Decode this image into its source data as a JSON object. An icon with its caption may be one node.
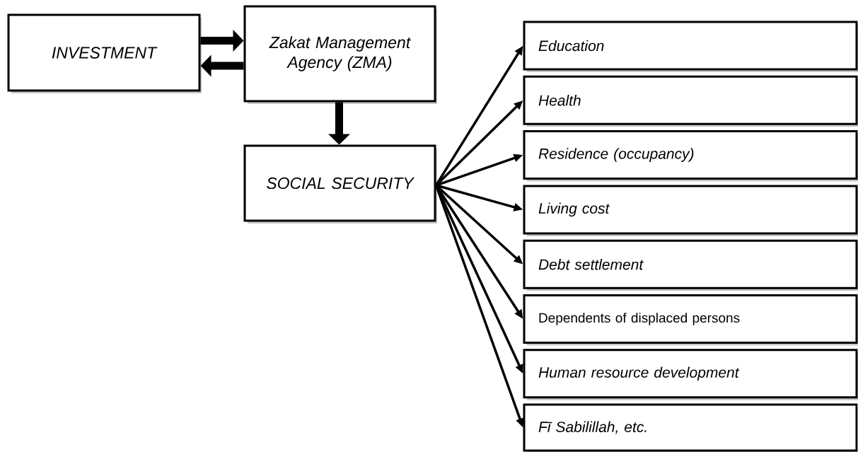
{
  "diagram": {
    "nodes": [
      {
        "text": [
          "INVESTMENT"
        ]
      },
      {
        "text": [
          "Zakat Management Agency (ZMA)"
        ]
      },
      {
        "text": [
          "SOCIAL SECURITY"
        ]
      },
      {
        "text": [
          "Education"
        ]
      },
      {
        "text": [
          "Health"
        ]
      },
      {
        "text": [
          "Residence (occupancy)"
        ]
      },
      {
        "text": [
          "Living cost"
        ]
      },
      {
        "text": [
          "Debt settlement"
        ]
      },
      {
        "text": [
          "Dependents of displaced persons"
        ]
      },
      {
        "text": [
          "Human resource development"
        ]
      },
      {
        "text": [
          "Fī Sabilillah, etc."
        ]
      }
    ],
    "edges": [
      {
        "from": 0,
        "to": 1,
        "arrow": "to",
        "style": "thick"
      },
      {
        "from": 1,
        "to": 0,
        "arrow": "to",
        "style": "thick"
      },
      {
        "from": 1,
        "to": 2,
        "arrow": "to",
        "style": "thick"
      },
      {
        "from": 2,
        "to": 3,
        "arrow": "to"
      },
      {
        "from": 2,
        "to": 4,
        "arrow": "to"
      },
      {
        "from": 2,
        "to": 5,
        "arrow": "to"
      },
      {
        "from": 2,
        "to": 6,
        "arrow": "to"
      },
      {
        "from": 2,
        "to": 7,
        "arrow": "to"
      },
      {
        "from": 2,
        "to": 8,
        "arrow": "to"
      },
      {
        "from": 2,
        "to": 9,
        "arrow": "to"
      },
      {
        "from": 2,
        "to": 10,
        "arrow": "to"
      }
    ]
  }
}
